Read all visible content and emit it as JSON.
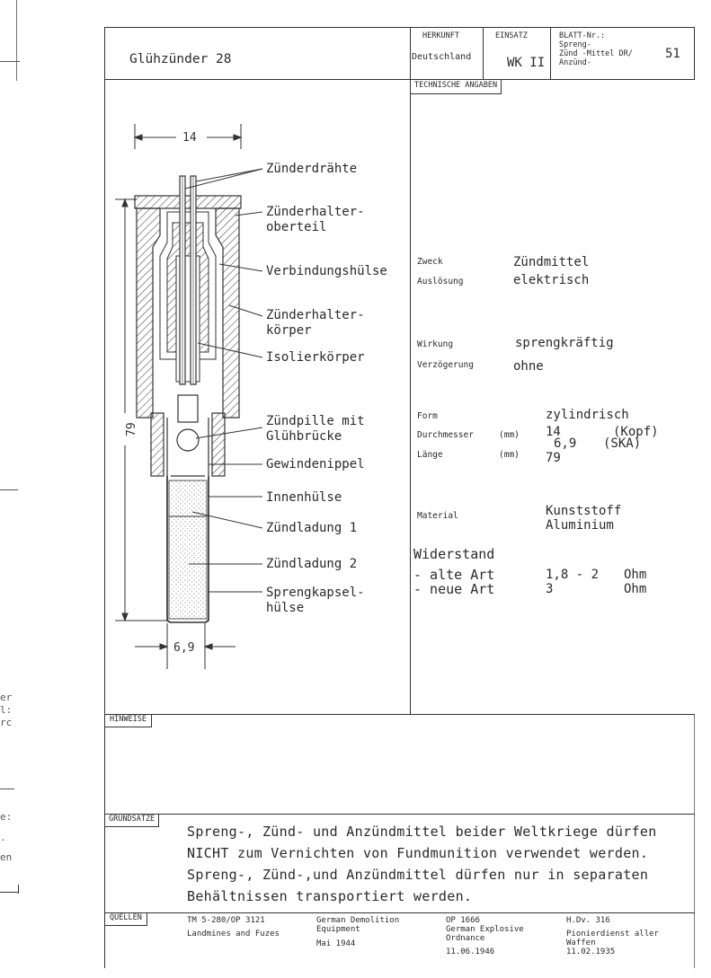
{
  "header": {
    "title": "Glühzünder 28",
    "herkunft_label": "HERKUNFT",
    "herkunft_value": "Deutschland",
    "einsatz_label": "EINSATZ",
    "einsatz_value": "WK II",
    "blatt_label": "BLATT-Nr.:",
    "blatt_lines": [
      "Spreng-",
      "Zünd  -Mittel DR/",
      "Anzünd-"
    ],
    "blatt_number": "51"
  },
  "technische_angaben_label": "TECHNISCHE ANGABEN",
  "diagram": {
    "dim_top": "14",
    "dim_side": "79",
    "dim_bottom": "6,9",
    "parts": [
      {
        "lines": [
          "Zünderdrähte"
        ]
      },
      {
        "lines": [
          "Zünderhalter-",
          "oberteil"
        ]
      },
      {
        "lines": [
          "Verbindungshülse"
        ]
      },
      {
        "lines": [
          "Zünderhalter-",
          "körper"
        ]
      },
      {
        "lines": [
          "Isolierkörper"
        ]
      },
      {
        "lines": [
          "Zündpille mit",
          "Glühbrücke"
        ]
      },
      {
        "lines": [
          "Gewindenippel"
        ]
      },
      {
        "lines": [
          "Innenhülse"
        ]
      },
      {
        "lines": [
          "Zündladung 1"
        ]
      },
      {
        "lines": [
          "Zündladung 2"
        ]
      },
      {
        "lines": [
          "Sprengkapsel-",
          "hülse"
        ]
      }
    ]
  },
  "specs": {
    "zweck_label": "Zweck",
    "zweck_value": "Zündmittel",
    "ausloesung_label": "Auslösung",
    "ausloesung_value": "elektrisch",
    "wirkung_label": "Wirkung",
    "wirkung_value": "sprengkräftig",
    "verzoegerung_label": "Verzögerung",
    "verzoegerung_value": "ohne",
    "form_label": "Form",
    "form_value": "zylindrisch",
    "durchmesser_label": "Durchmesser",
    "durchmesser_unit": "(mm)",
    "durchmesser_value1": "14",
    "durchmesser_note1": "(Kopf)",
    "durchmesser_value2": "6,9",
    "durchmesser_note2": "(SKA)",
    "laenge_label": "Länge",
    "laenge_unit": "(mm)",
    "laenge_value": "79",
    "material_label": "Material",
    "material_value1": "Kunststoff",
    "material_value2": "Aluminium",
    "widerstand_label": "Widerstand",
    "alte_art_label": "- alte Art",
    "alte_art_value": "1,8 - 2",
    "alte_art_unit": "Ohm",
    "neue_art_label": "- neue Art",
    "neue_art_value": "3",
    "neue_art_unit": "Ohm"
  },
  "hinweise_label": "HINWEISE",
  "grundsaetze_label": "GRUNDSÄTZE",
  "grundsaetze_lines": [
    "Spreng-, Zünd- und Anzündmittel beider Weltkriege dürfen",
    "NICHT zum Vernichten von Fundmunition verwendet werden.",
    "Spreng-, Zünd-,und Anzündmittel dürfen nur in separaten",
    "Behältnissen transportiert werden."
  ],
  "quellen_label": "QUELLEN",
  "quellen": [
    {
      "lines": [
        "TM 5-280/OP 3121",
        "Landmines and Fuzes"
      ]
    },
    {
      "lines": [
        "German Demolition",
        "Equipment",
        "Mai 1944"
      ]
    },
    {
      "lines": [
        "OP 1666",
        "German Explosive",
        "Ordnance",
        "11.06.1946"
      ]
    },
    {
      "lines": [
        "H.Dv. 316",
        "Pionierdienst aller",
        "Waffen",
        "11.02.1935"
      ]
    }
  ],
  "margin_fragments": [
    "er",
    "l:",
    "rc",
    "e:",
    ".",
    "en"
  ]
}
